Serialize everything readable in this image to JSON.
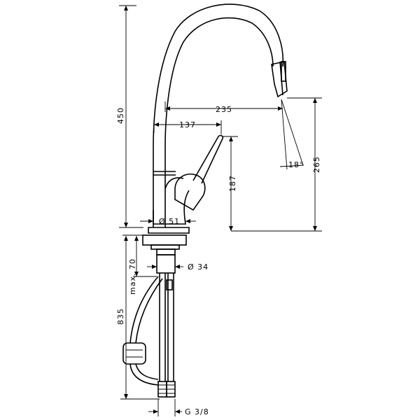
{
  "dimensions": {
    "height_total": "450",
    "spout_reach": "235",
    "lever_reach": "137",
    "spout_height": "265",
    "lever_height": "187",
    "base_diameter": "Ø 51",
    "shank_diameter": "Ø 34",
    "max_deck": "max. 70",
    "hose_length": "835",
    "spray_angle": "18°",
    "thread": "G 3/8"
  }
}
